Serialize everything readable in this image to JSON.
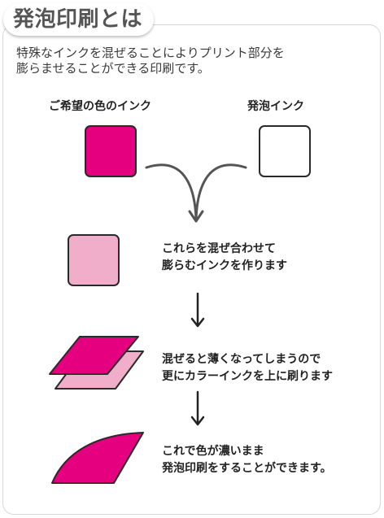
{
  "title": "発泡印刷とは",
  "intro": {
    "line1": "特殊なインクを混ぜることによりプリント部分を",
    "line2": "膨らませることができる印刷です。"
  },
  "labels": {
    "desired_color_ink": "ご希望の色のインク",
    "foam_ink": "発泡インク"
  },
  "steps": [
    {
      "line1": "これらを混ぜ合わせて",
      "line2": "膨らむインクを作ります"
    },
    {
      "line1": "混ぜると薄くなってしまうので",
      "line2": "更にカラーインクを上に刷ります"
    },
    {
      "line1": "これで色が濃いまま",
      "line2": "発泡印刷をすることができます。"
    }
  ],
  "colors": {
    "magenta": "#e4007f",
    "light_pink": "#f1aeca",
    "foam_white": "#ffffff",
    "outline": "#2a2a2a",
    "arrow": "#555555"
  }
}
